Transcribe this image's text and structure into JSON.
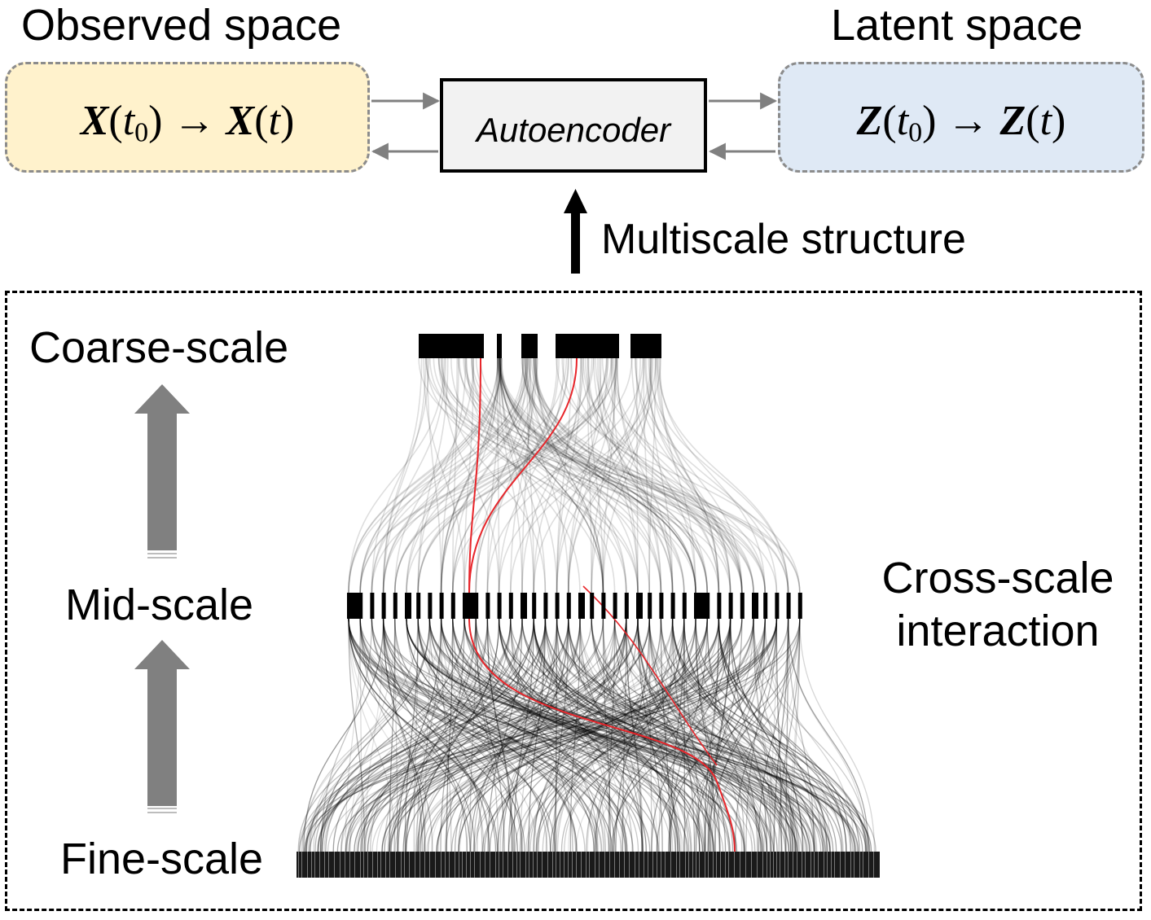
{
  "observed": {
    "title": "Observed space",
    "var": "X",
    "t0": "t",
    "sub": "0",
    "arrow": "→",
    "t": "t",
    "bg": "#fff2cc"
  },
  "latent": {
    "title": "Latent space",
    "var": "Z",
    "t0": "t",
    "sub": "0",
    "arrow": "→",
    "t": "t",
    "bg": "#dfe9f5"
  },
  "autoencoder": {
    "label": "Autoencoder"
  },
  "multiscale": {
    "label": "Multiscale structure"
  },
  "scales": {
    "coarse": "Coarse-scale",
    "mid": "Mid-scale",
    "fine": "Fine-scale"
  },
  "cross_scale": {
    "line1": "Cross-scale",
    "line2": "interaction"
  },
  "colors": {
    "highlight": "#e8252a",
    "edge": "#000000",
    "scale_arrow": "#808080",
    "flow_arrow": "#808080"
  }
}
